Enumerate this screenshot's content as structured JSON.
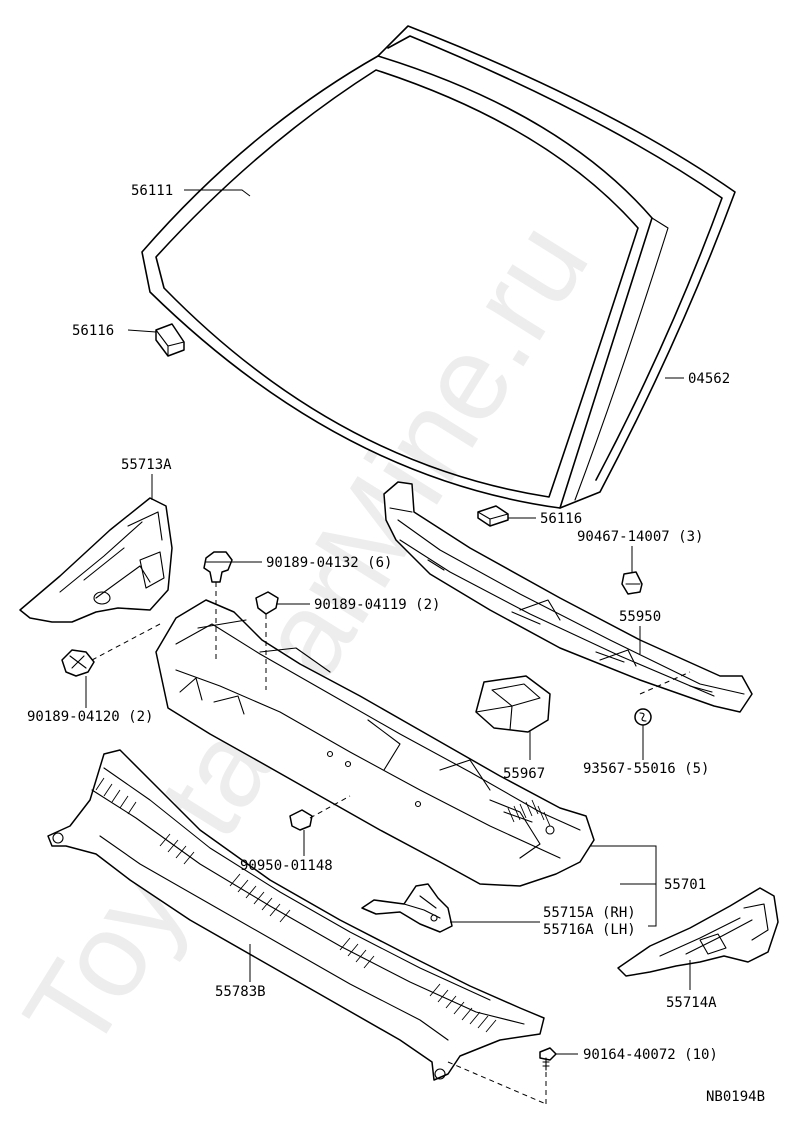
{
  "watermark": "ToyotaCarMine.ru",
  "diagram_code": "NB0194B",
  "labels": {
    "p56111": "56111",
    "p56116_left": "56116",
    "p04562": "04562",
    "p56116_right": "56116",
    "p55713A": "55713A",
    "p90467": "90467-14007 (3)",
    "p90189_04132": "90189-04132 (6)",
    "p90189_04119": "90189-04119 (2)",
    "p55950": "55950",
    "p90189_04120": "90189-04120 (2)",
    "p93567": "93567-55016 (5)",
    "p55967": "55967",
    "p90950": "90950-01148",
    "p55701": "55701",
    "p55715A": "55715A (RH)",
    "p55716A": "55716A (LH)",
    "p55714A": "55714A",
    "p55783B": "55783B",
    "p90164": "90164-40072 (10)"
  }
}
